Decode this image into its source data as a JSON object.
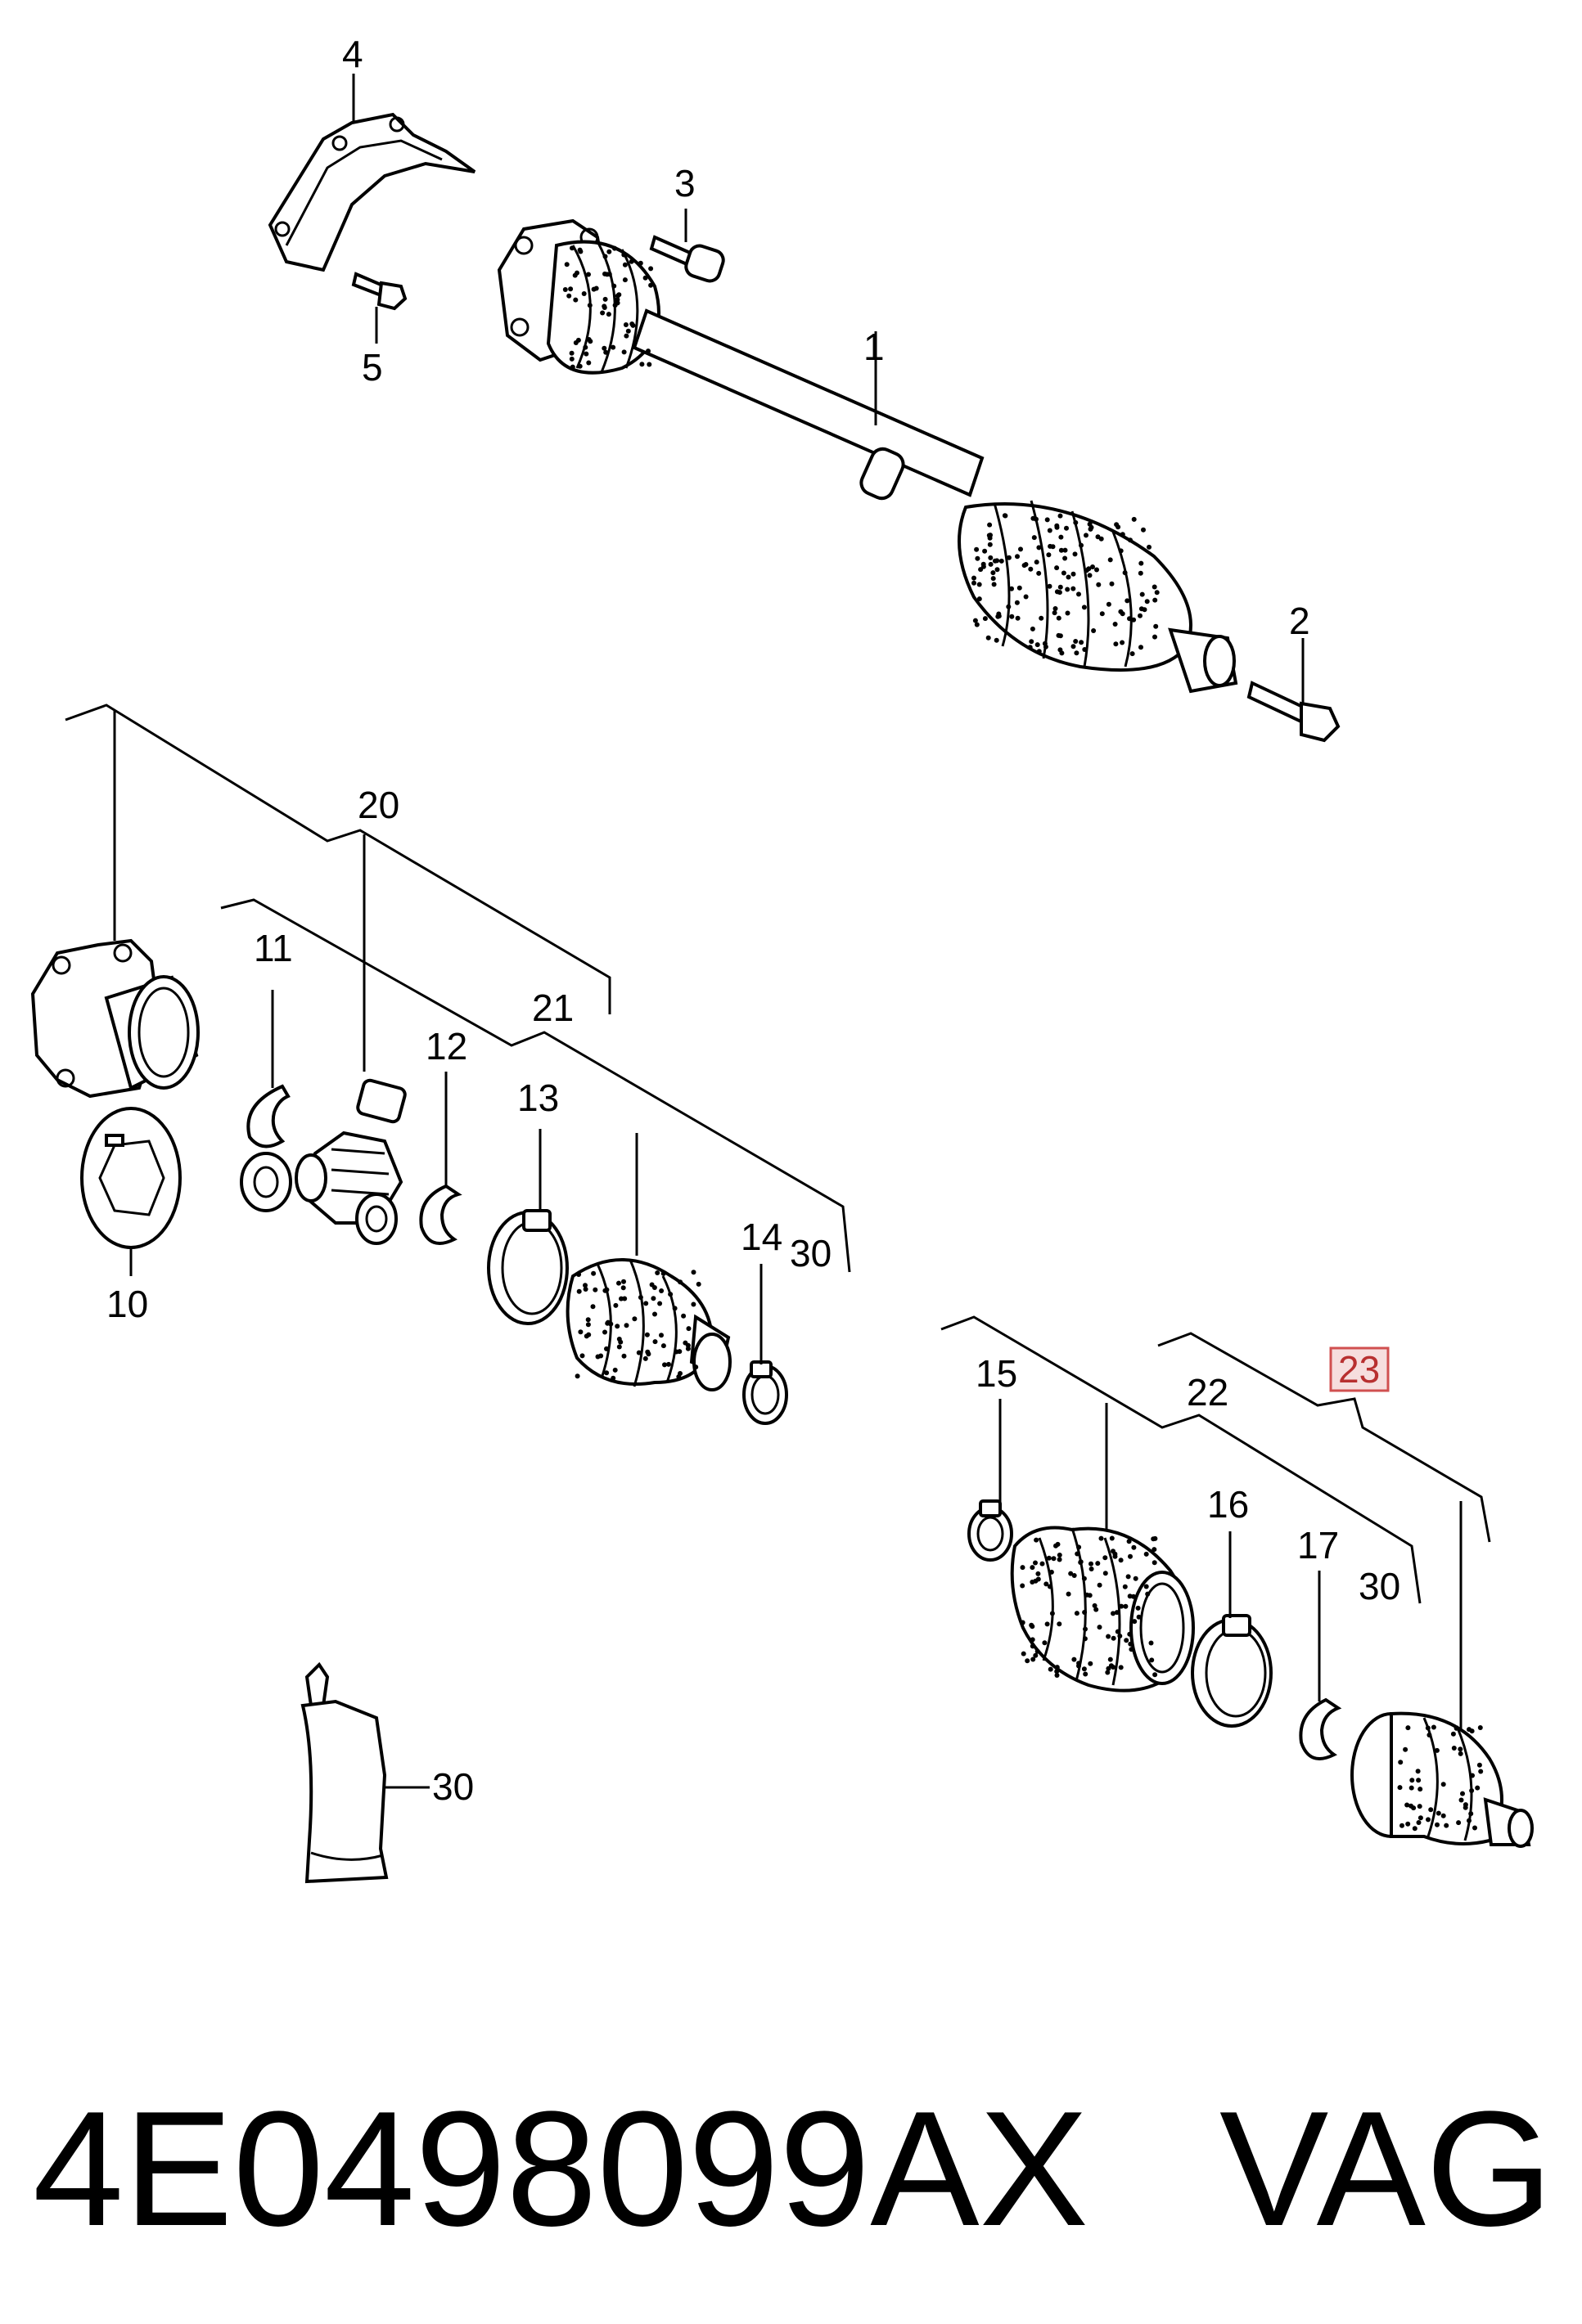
{
  "labels": {
    "p1": "1",
    "p2": "2",
    "p3": "3",
    "p4": "4",
    "p5": "5",
    "p10": "10",
    "p11": "11",
    "p12": "12",
    "p13": "13",
    "p14": "14",
    "p15": "15",
    "p16": "16",
    "p17": "17",
    "p20": "20",
    "p21": "21",
    "p22": "22",
    "p23": "23",
    "p30a": "30",
    "p30b": "30",
    "p30c": "30"
  },
  "footer": {
    "part_number": "4E0498099AX",
    "brand": "VAG"
  },
  "colors": {
    "highlight_border": "#d05050",
    "highlight_fill": "#f6dede"
  }
}
